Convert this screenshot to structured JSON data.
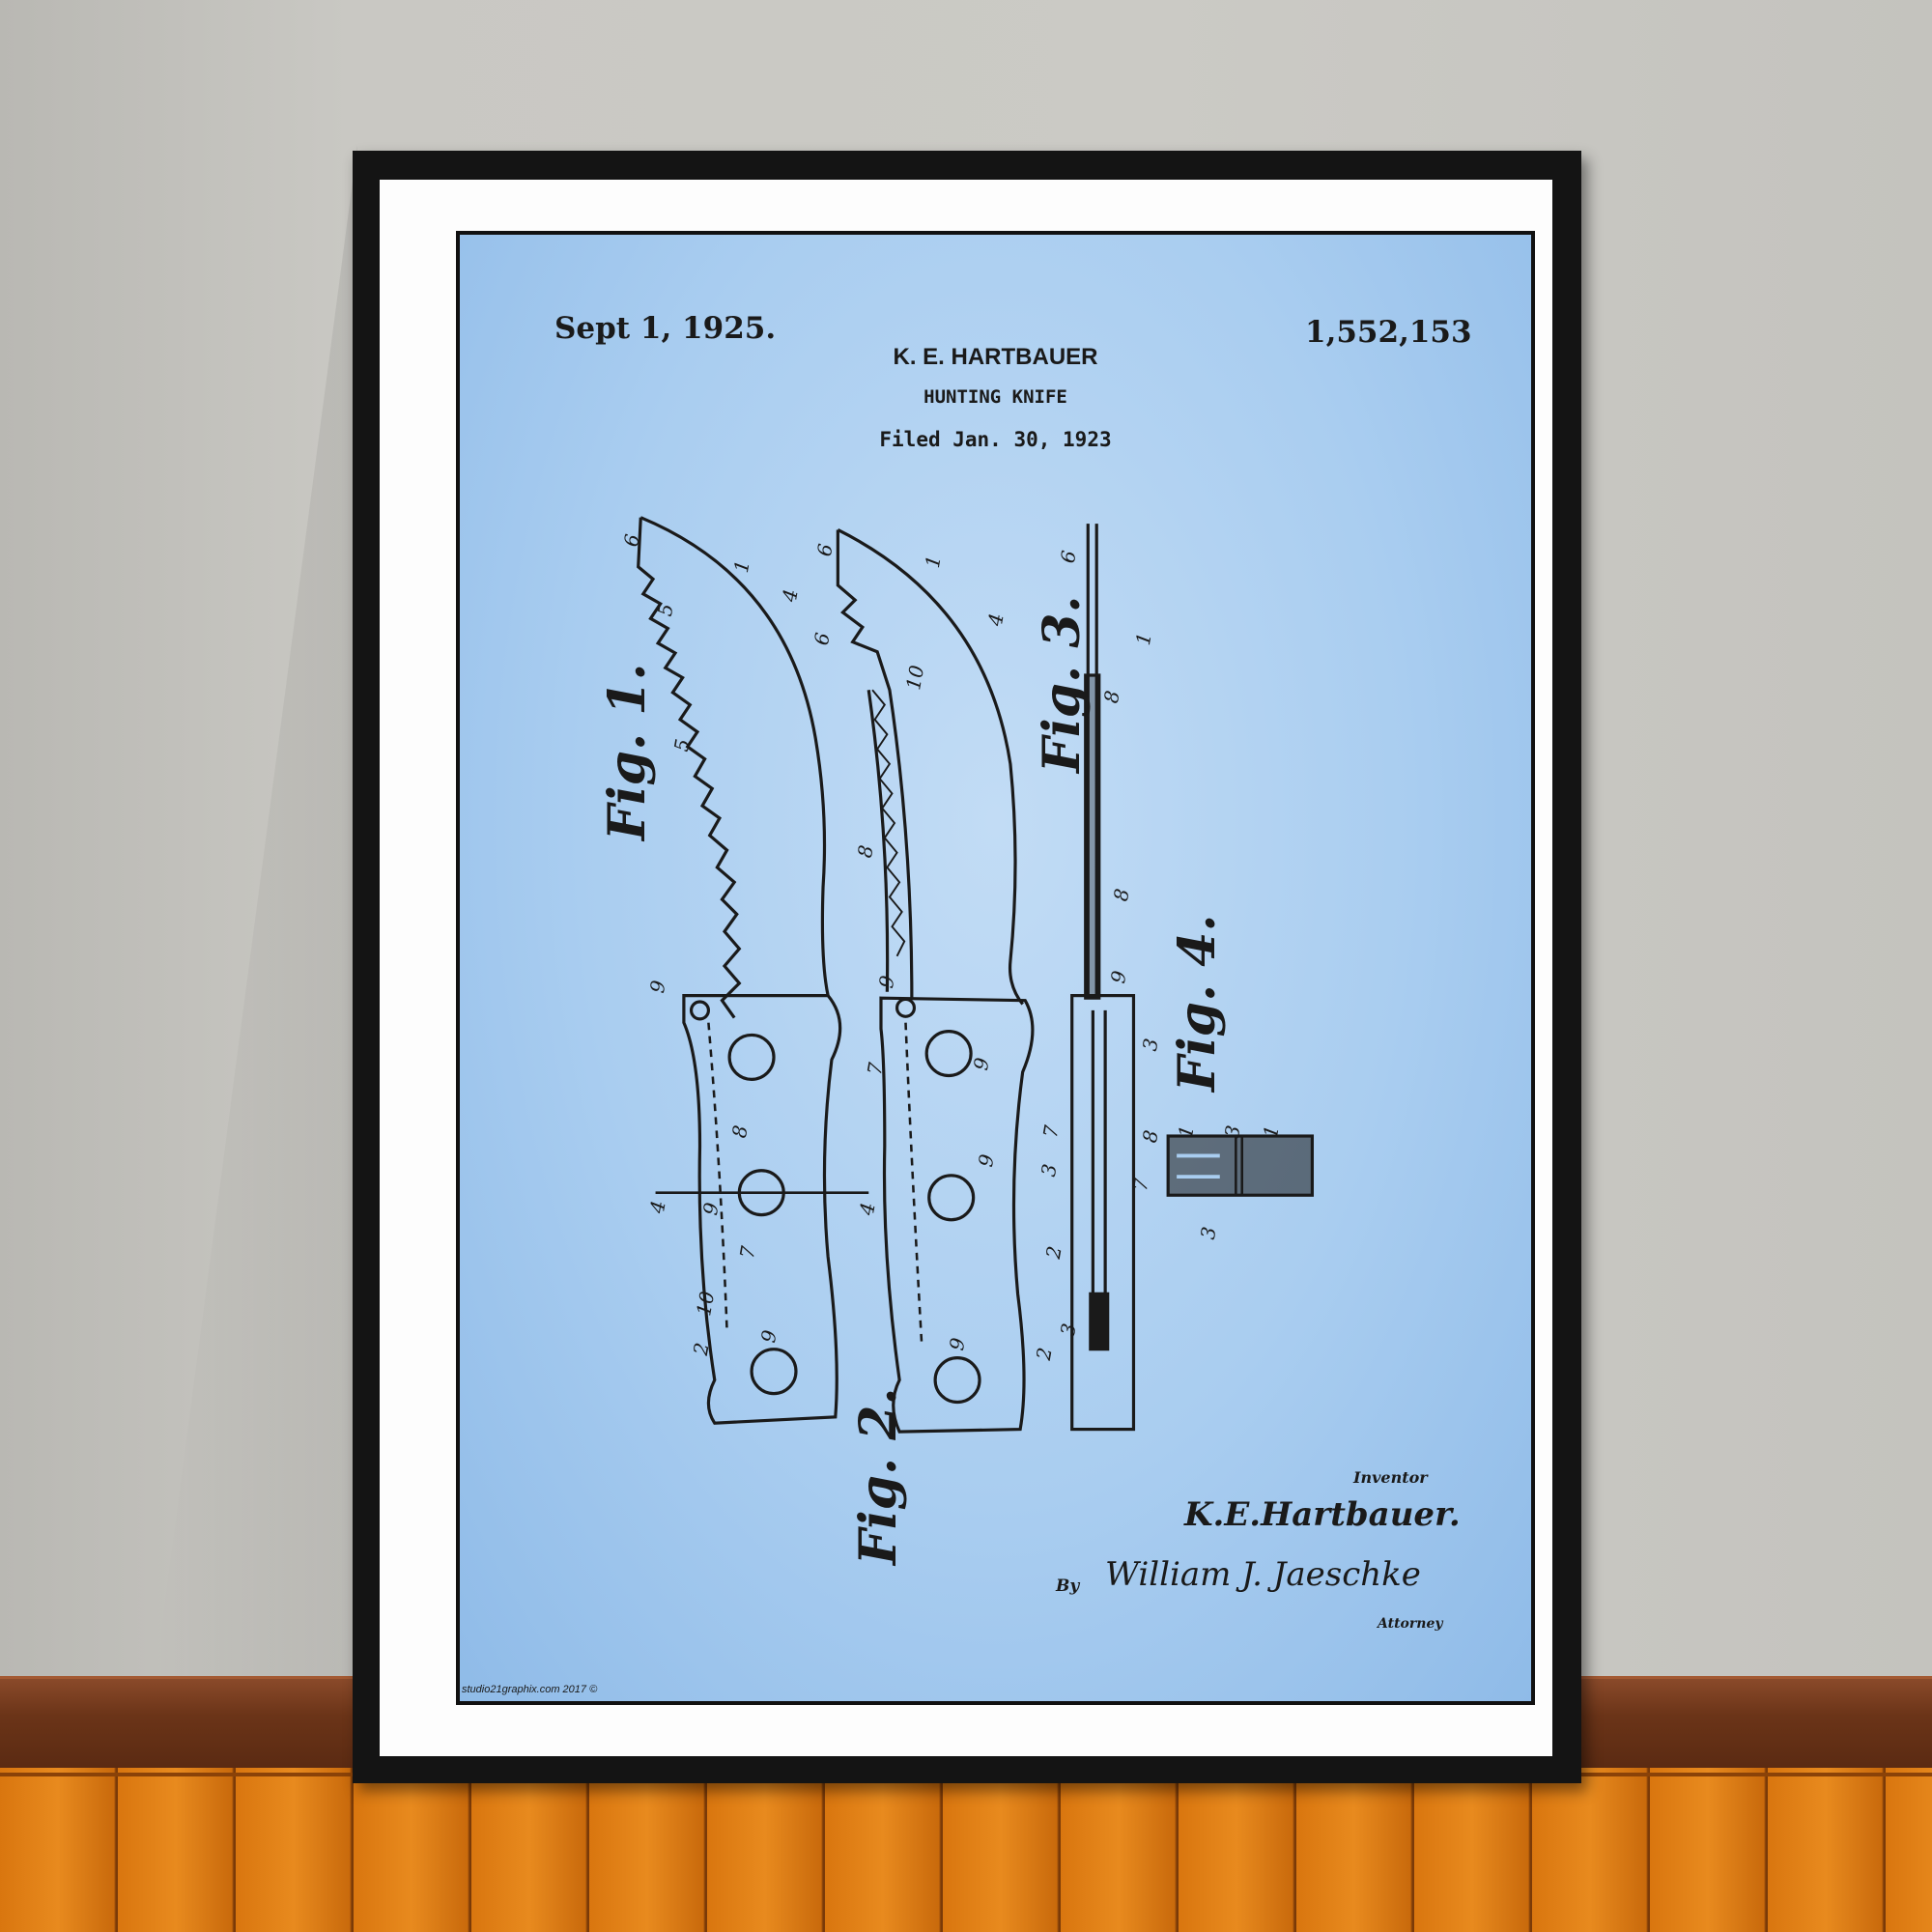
{
  "patent": {
    "issue_date": "Sept 1, 1925.",
    "patent_number": "1,552,153",
    "inventor_name": "K. E. HARTBAUER",
    "title": "HUNTING KNIFE",
    "filed": "Filed Jan. 30, 1923"
  },
  "figures": {
    "fig1": "Fig. 1.",
    "fig2": "Fig. 2.",
    "fig3": "Fig. 3.",
    "fig4": "Fig. 4."
  },
  "reference_numerals": {
    "fig1": [
      "6",
      "1",
      "4",
      "5",
      "5",
      "9",
      "8",
      "9",
      "4",
      "4",
      "7",
      "2",
      "10",
      "9"
    ],
    "fig2": [
      "6",
      "1",
      "4",
      "6",
      "10",
      "8",
      "9",
      "7",
      "9",
      "9",
      "9",
      "2"
    ],
    "fig3": [
      "6",
      "8",
      "1",
      "8",
      "9",
      "3",
      "7",
      "3",
      "2",
      "3"
    ],
    "fig4": [
      "8",
      "1",
      "3",
      "1",
      "7",
      "3"
    ]
  },
  "signature_block": {
    "inventor_label": "Inventor",
    "inventor_signature": "K.E.Hartbauer.",
    "by_label": "By",
    "attorney_signature": "William J. Jaeschke",
    "attorney_label": "Attorney"
  },
  "watermark": "studio21graphix.com 2017 ©",
  "colors": {
    "paper": "#a9cdf0",
    "ink": "#1a1a1a",
    "frame": "#141414",
    "floor": "#e88a1e"
  }
}
